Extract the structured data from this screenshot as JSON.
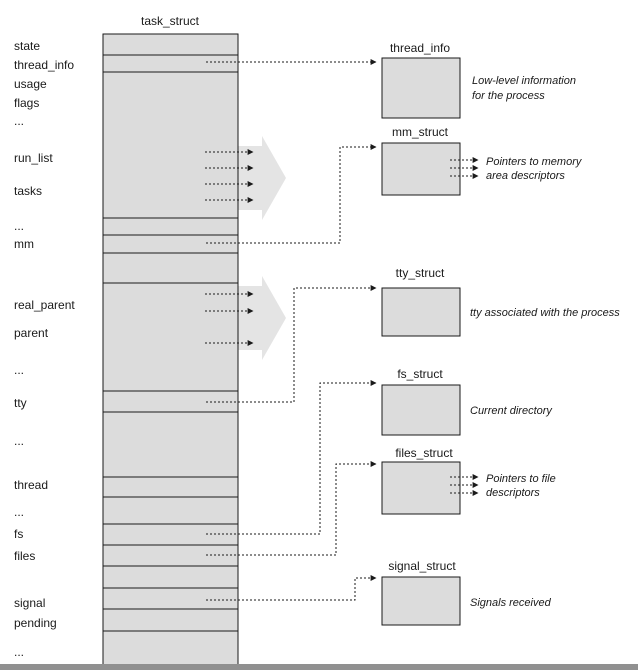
{
  "diagram": {
    "title": "task_struct",
    "fields": [
      {
        "id": "state",
        "label": "state"
      },
      {
        "id": "thread_info",
        "label": "thread_info"
      },
      {
        "id": "usage",
        "label": "usage"
      },
      {
        "id": "flags",
        "label": "flags"
      },
      {
        "id": "dots1",
        "label": "..."
      },
      {
        "id": "run_list",
        "label": "run_list"
      },
      {
        "id": "tasks",
        "label": "tasks"
      },
      {
        "id": "dots2",
        "label": "..."
      },
      {
        "id": "mm",
        "label": "mm"
      },
      {
        "id": "real_parent",
        "label": "real_parent"
      },
      {
        "id": "parent",
        "label": "parent"
      },
      {
        "id": "dots3",
        "label": "..."
      },
      {
        "id": "tty",
        "label": "tty"
      },
      {
        "id": "dots4",
        "label": "..."
      },
      {
        "id": "thread",
        "label": "thread"
      },
      {
        "id": "dots5",
        "label": "..."
      },
      {
        "id": "fs",
        "label": "fs"
      },
      {
        "id": "files",
        "label": "files"
      },
      {
        "id": "signal",
        "label": "signal"
      },
      {
        "id": "pending",
        "label": "pending"
      },
      {
        "id": "dots6",
        "label": "..."
      }
    ],
    "structs": [
      {
        "id": "thread_info",
        "title": "thread_info",
        "desc": [
          "Low-level information",
          "for the process"
        ],
        "from": "thread_info"
      },
      {
        "id": "mm_struct",
        "title": "mm_struct",
        "desc": [
          "Pointers to memory",
          "area descriptors"
        ],
        "from": "mm"
      },
      {
        "id": "tty_struct",
        "title": "tty_struct",
        "desc": [
          "tty associated with the process"
        ],
        "from": "tty"
      },
      {
        "id": "fs_struct",
        "title": "fs_struct",
        "desc": [
          "Current directory"
        ],
        "from": "fs"
      },
      {
        "id": "files_struct",
        "title": "files_struct",
        "desc": [
          "Pointers to file",
          "descriptors"
        ],
        "from": "files"
      },
      {
        "id": "signal_struct",
        "title": "signal_struct",
        "desc": [
          "Signals received"
        ],
        "from": "signal"
      }
    ]
  }
}
